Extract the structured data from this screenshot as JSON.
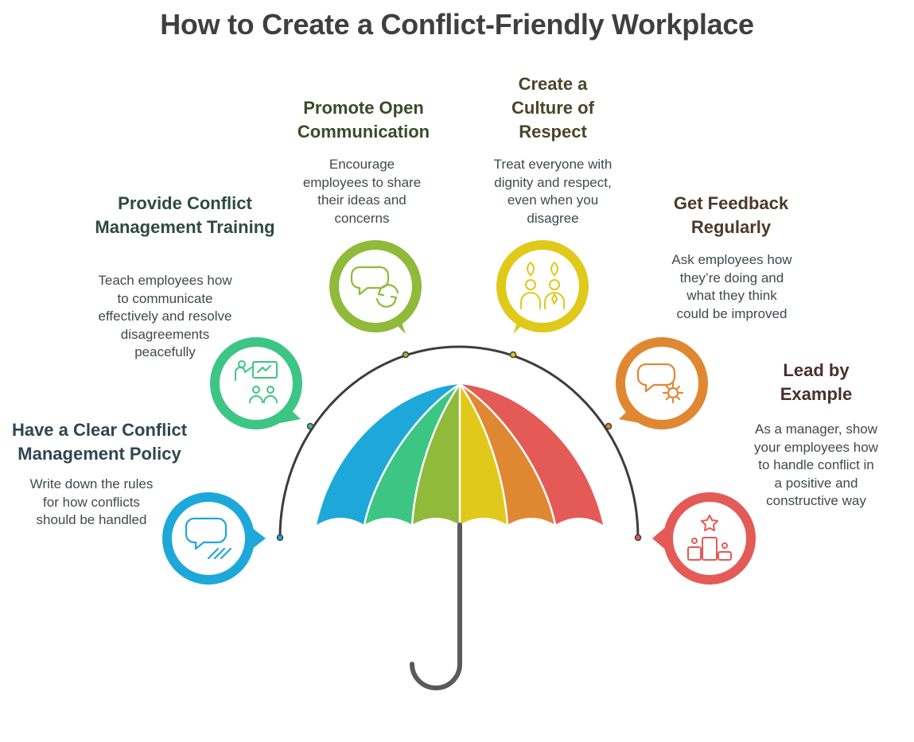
{
  "title": "How to Create a Conflict-Friendly Workplace",
  "steps": [
    {
      "id": "policy",
      "title": "Have a Clear Conflict\nManagement Policy",
      "description": "Write down the rules\nfor how conflicts\nshould be handled",
      "color": "#1da8d9",
      "title_color": "#2f4650",
      "icon": "chat-forward-icon"
    },
    {
      "id": "training",
      "title": "Provide Conflict\nManagement Training",
      "description": "Teach employees how\nto communicate\neffectively and resolve\ndisagreements\npeacefully",
      "color": "#3dc583",
      "title_color": "#2f4a40",
      "icon": "training-presentation-icon"
    },
    {
      "id": "communication",
      "title": "Promote Open\nCommunication",
      "description": "Encourage\nemployees to share\ntheir ideas and\nconcerns",
      "color": "#8fba3a",
      "title_color": "#3a4a2a",
      "icon": "chat-refresh-icon"
    },
    {
      "id": "respect",
      "title": "Create a\nCulture of\nRespect",
      "description": "Treat everyone with\ndignity and respect,\neven when you\ndisagree",
      "color": "#e0c91a",
      "title_color": "#4a452a",
      "icon": "two-people-icon"
    },
    {
      "id": "feedback",
      "title": "Get Feedback\nRegularly",
      "description": "Ask employees how\nthey’re doing and\nwhat they think\ncould be improved",
      "color": "#e08732",
      "title_color": "#4a3a2a",
      "icon": "chat-gear-icon"
    },
    {
      "id": "example",
      "title": "Lead by\nExample",
      "description": "As a manager, show\nyour employees how\nto handle conflict in\na positive and\nconstructive way",
      "color": "#e45a57",
      "title_color": "#4a2f2f",
      "icon": "podium-star-icon"
    }
  ]
}
